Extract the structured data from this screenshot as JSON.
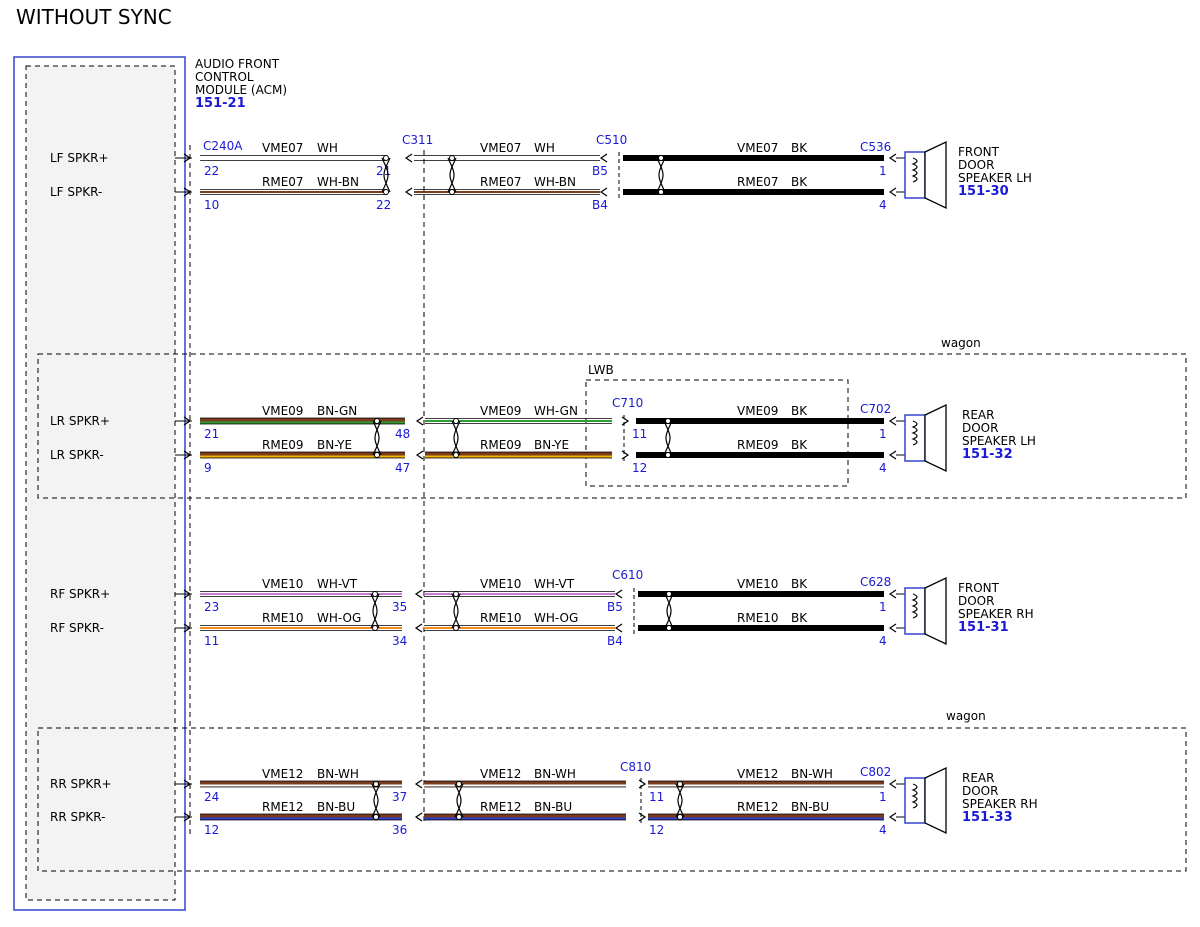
{
  "title": "WITHOUT SYNC",
  "module": {
    "name_lines": [
      "AUDIO FRONT",
      "CONTROL",
      "MODULE (ACM)"
    ],
    "ref": "151-21",
    "connector": "C240A"
  },
  "inline_connector": "C311",
  "region_labels": {
    "wagon_top": "wagon",
    "wagon_bottom": "wagon",
    "lwb": "LWB"
  },
  "colors": {
    "WH": "#ffffff",
    "BN": "#7a3b1e",
    "GN": "#2e9e3a",
    "YE": "#f2b705",
    "BK": "#000000",
    "VT": "#c97ad6",
    "OG": "#f28a1e",
    "BU": "#2a3fd6",
    "frame_blue": "#3344cc",
    "pin_blue": "#1a1ad6"
  },
  "groups": [
    {
      "id": "lf",
      "signals": [
        "LF SPKR+",
        "LF SPKR-"
      ],
      "acm_pins": [
        "22",
        "10"
      ],
      "c311_pins": [
        "21",
        "22"
      ],
      "seg1": [
        {
          "circuit": "VME07",
          "color": "WH"
        },
        {
          "circuit": "RME07",
          "color": "WH-BN"
        }
      ],
      "seg2": [
        {
          "circuit": "VME07",
          "color": "WH"
        },
        {
          "circuit": "RME07",
          "color": "WH-BN"
        }
      ],
      "mid_connector": "C510",
      "mid_pins_left": [
        "B5",
        "B4"
      ],
      "mid_pins_right": [],
      "seg3": [
        {
          "circuit": "VME07",
          "color": "BK"
        },
        {
          "circuit": "RME07",
          "color": "BK"
        }
      ],
      "end_connector": "C536",
      "end_pins": [
        "1",
        "4"
      ],
      "speaker_lines": [
        "FRONT",
        "DOOR",
        "SPEAKER LH"
      ],
      "speaker_ref": "151-30"
    },
    {
      "id": "lr",
      "signals": [
        "LR SPKR+",
        "LR SPKR-"
      ],
      "acm_pins": [
        "21",
        "9"
      ],
      "c311_pins": [
        "48",
        "47"
      ],
      "seg1": [
        {
          "circuit": "VME09",
          "color": "BN-GN"
        },
        {
          "circuit": "RME09",
          "color": "BN-YE"
        }
      ],
      "seg2": [
        {
          "circuit": "VME09",
          "color": "WH-GN"
        },
        {
          "circuit": "RME09",
          "color": "BN-YE"
        }
      ],
      "mid_connector": "C710",
      "mid_pins_left": [],
      "mid_pins_right": [
        "11",
        "12"
      ],
      "seg3": [
        {
          "circuit": "VME09",
          "color": "BK"
        },
        {
          "circuit": "RME09",
          "color": "BK"
        }
      ],
      "end_connector": "C702",
      "end_pins": [
        "1",
        "4"
      ],
      "speaker_lines": [
        "REAR",
        "DOOR",
        "SPEAKER LH"
      ],
      "speaker_ref": "151-32"
    },
    {
      "id": "rf",
      "signals": [
        "RF SPKR+",
        "RF SPKR-"
      ],
      "acm_pins": [
        "23",
        "11"
      ],
      "c311_pins": [
        "35",
        "34"
      ],
      "seg1": [
        {
          "circuit": "VME10",
          "color": "WH-VT"
        },
        {
          "circuit": "RME10",
          "color": "WH-OG"
        }
      ],
      "seg2": [
        {
          "circuit": "VME10",
          "color": "WH-VT"
        },
        {
          "circuit": "RME10",
          "color": "WH-OG"
        }
      ],
      "mid_connector": "C610",
      "mid_pins_left": [
        "B5",
        "B4"
      ],
      "mid_pins_right": [],
      "seg3": [
        {
          "circuit": "VME10",
          "color": "BK"
        },
        {
          "circuit": "RME10",
          "color": "BK"
        }
      ],
      "end_connector": "C628",
      "end_pins": [
        "1",
        "4"
      ],
      "speaker_lines": [
        "FRONT",
        "DOOR",
        "SPEAKER RH"
      ],
      "speaker_ref": "151-31"
    },
    {
      "id": "rr",
      "signals": [
        "RR SPKR+",
        "RR SPKR-"
      ],
      "acm_pins": [
        "24",
        "12"
      ],
      "c311_pins": [
        "37",
        "36"
      ],
      "seg1": [
        {
          "circuit": "VME12",
          "color": "BN-WH"
        },
        {
          "circuit": "RME12",
          "color": "BN-BU"
        }
      ],
      "seg2": [
        {
          "circuit": "VME12",
          "color": "BN-WH"
        },
        {
          "circuit": "RME12",
          "color": "BN-BU"
        }
      ],
      "mid_connector": "C810",
      "mid_pins_left": [],
      "mid_pins_right": [
        "11",
        "12"
      ],
      "seg3": [
        {
          "circuit": "VME12",
          "color": "BN-WH"
        },
        {
          "circuit": "RME12",
          "color": "BN-BU"
        }
      ],
      "end_connector": "C802",
      "end_pins": [
        "1",
        "4"
      ],
      "speaker_lines": [
        "REAR",
        "DOOR",
        "SPEAKER RH"
      ],
      "speaker_ref": "151-33"
    }
  ]
}
